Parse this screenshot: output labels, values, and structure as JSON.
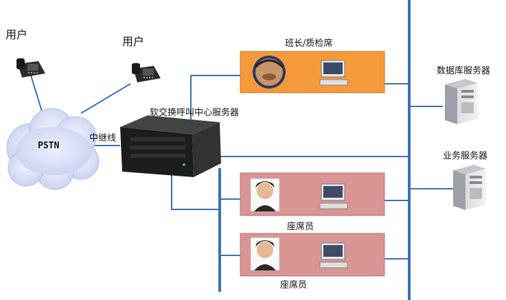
{
  "labels": {
    "user_left": "用户",
    "user_right": "用户",
    "pstn": "PSTN",
    "trunk": "中继线",
    "server": "软交换呼叫中心服务器",
    "supervisor": "班长/质检席",
    "db_server": "数据库服务器",
    "biz_server": "业务服务器",
    "agent_1": "座席员",
    "agent_2": "座席员"
  },
  "colors": {
    "line": "#3a6fb5",
    "supervisor_box": "#f59a3a",
    "agent_box": "#d99494",
    "cloud": "#dfe4f7"
  }
}
